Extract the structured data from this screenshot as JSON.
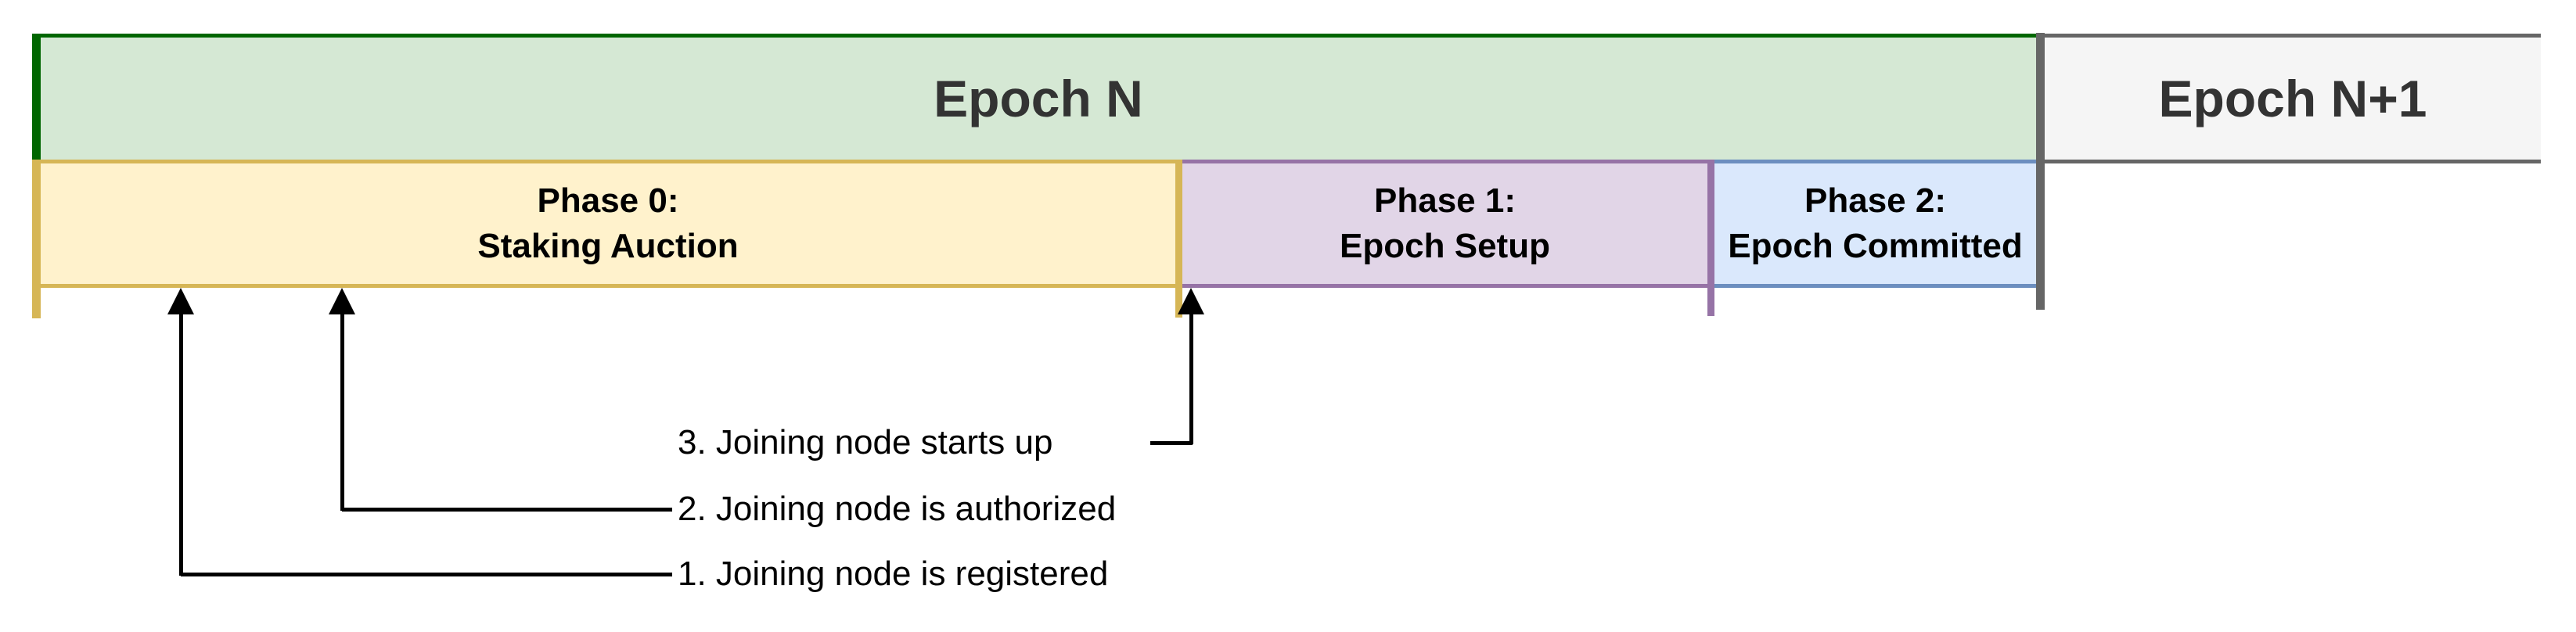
{
  "diagram": {
    "title": "Epoch and phase timeline",
    "background": "#ffffff",
    "line_color": "#000000"
  },
  "epochs": [
    {
      "id": "epoch-n",
      "label": "Epoch N",
      "fill": "#D5E8D4",
      "border": "#006600",
      "text_color": "#333333"
    },
    {
      "id": "epoch-n1",
      "label": "Epoch N+1",
      "fill": "#F5F5F5",
      "border": "#666666",
      "text_color": "#333333"
    }
  ],
  "phases": [
    {
      "id": "phase-0",
      "line1": "Phase 0:",
      "line2": "Staking Auction",
      "fill": "#FFF2CC",
      "border": "#D6B656",
      "text_color": "#000000"
    },
    {
      "id": "phase-1",
      "line1": "Phase 1:",
      "line2": "Epoch Setup",
      "fill": "#E1D5E7",
      "border": "#9673A6",
      "text_color": "#000000"
    },
    {
      "id": "phase-2",
      "line1": "Phase 2:",
      "line2": "Epoch Committed",
      "fill": "#DAE8FC",
      "border": "#6C8EBF",
      "text_color": "#000000"
    }
  ],
  "epoch_divider_color": "#666666",
  "annotations": [
    {
      "id": "event-1",
      "label": "1. Joining node is registered",
      "points_to": "phase-0"
    },
    {
      "id": "event-2",
      "label": "2. Joining node is authorized",
      "points_to": "phase-0"
    },
    {
      "id": "event-3",
      "label": "3. Joining node starts up",
      "points_to": "phase-0-phase-1-boundary"
    }
  ]
}
